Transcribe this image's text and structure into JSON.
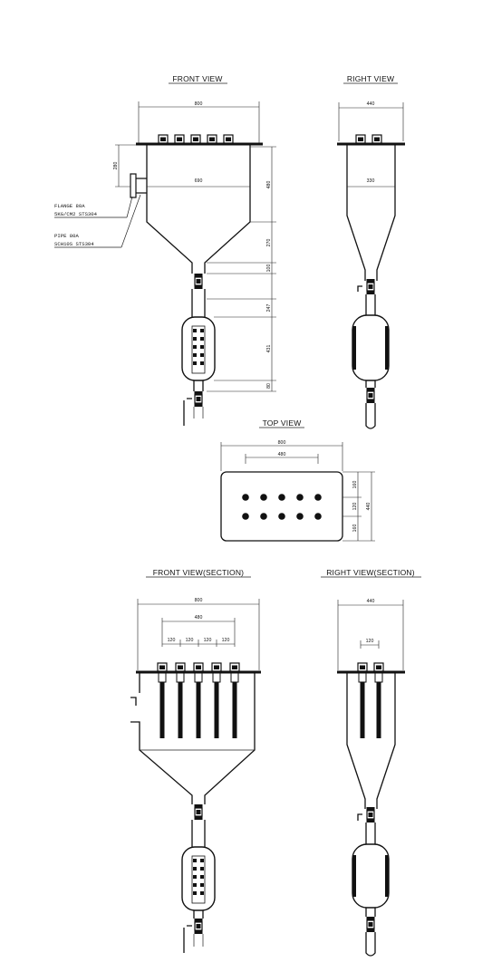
{
  "views": {
    "front": {
      "title": "FRONT VIEW",
      "dims": {
        "width": "800",
        "inner_width": "690",
        "flange_height": "280",
        "h1": "480",
        "h2": "270",
        "h3": "100",
        "h4": "247",
        "h5": "431",
        "h6": "80"
      }
    },
    "right": {
      "title": "RIGHT VIEW",
      "dims": {
        "width": "440",
        "inner_width": "330"
      }
    },
    "top": {
      "title": "TOP VIEW",
      "dims": {
        "width": "800",
        "span": "480",
        "pitch": "120",
        "side_top": "160",
        "side_mid": "120",
        "side_bottom": "160",
        "depth": "440"
      }
    },
    "front_section": {
      "title": "FRONT VIEW(SECTION)",
      "dims": {
        "width": "800",
        "span": "480",
        "p1": "120",
        "p2": "120",
        "p3": "120",
        "p4": "120"
      }
    },
    "right_section": {
      "title": "RIGHT VIEW(SECTION)",
      "dims": {
        "width": "440",
        "pitch": "120"
      }
    }
  },
  "notes": {
    "flange": {
      "line1": "FLANGE 80A",
      "line2": "5KG/CM2 STS304"
    },
    "pipe": {
      "line1": "PIPE 80A",
      "line2": "SCH10S STS304"
    }
  },
  "colors": {
    "ink": "#111111",
    "background": "#ffffff"
  }
}
